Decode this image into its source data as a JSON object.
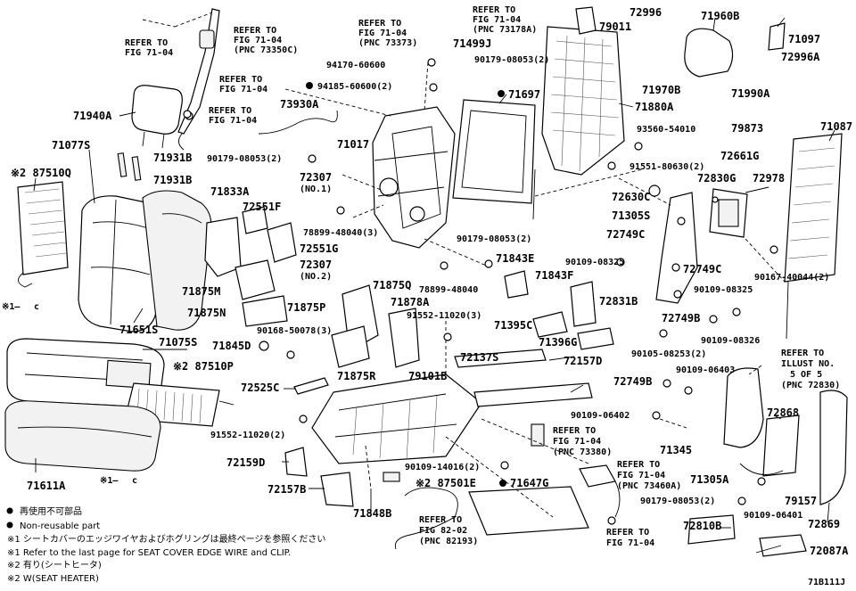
{
  "labels": {
    "refer_71_04_a_1": "REFER TO",
    "refer_71_04_a_2": "FIG 71-04",
    "refer_73350c_1": "REFER TO",
    "refer_73350c_2": "FIG 71-04",
    "refer_73350c_3": "(PNC 73350C)",
    "refer_71_04_b_1": "REFER TO",
    "refer_71_04_b_2": "FIG 71-04",
    "refer_71_04_c_1": "REFER TO",
    "refer_71_04_c_2": "FIG 71-04",
    "refer_73373_1": "REFER TO",
    "refer_73373_2": "FIG 71-04",
    "refer_73373_3": "(PNC 73373)",
    "refer_73178a_1": "REFER TO",
    "refer_73178a_2": "FIG 71-04",
    "refer_73178a_3": "(PNC 73178A)",
    "p79011": "79011",
    "p72996": "72996",
    "p71960b": "71960B",
    "p71097": "71097",
    "p72996a": "72996A",
    "p71499j": "71499J",
    "p90179_08053_2a": "90179-08053(2)",
    "p94170_60600": "94170-60600",
    "p94185_60600_2": "94185-60600(2)",
    "p71697": "71697",
    "p71880a": "71880A",
    "p71970b": "71970B",
    "p71990a": "71990A",
    "p71940a": "71940A",
    "p73930a": "73930A",
    "p71017": "71017",
    "p71077s": "71077S",
    "p71931b_a": "71931B",
    "p71931b_b": "71931B",
    "p90179_08053_2b": "90179-08053(2)",
    "p93560_54010": "93560-54010",
    "p79873": "79873",
    "p71087": "71087",
    "p91551_80630_2": "91551-80630(2)",
    "p72661g": "72661G",
    "p87510q": "※2 87510Q",
    "p72307_no1": "72307",
    "p72307_no1_sub": "(NO.1)",
    "p72830g": "72830G",
    "p72978": "72978",
    "p71833a": "71833A",
    "p72551f": "72551F",
    "p72630c": "72630C",
    "p78899_48040_3": "78899-48040(3)",
    "p71305s": "71305S",
    "p72551g": "72551G",
    "p90179_08053_2c": "90179-08053(2)",
    "p72749c_a": "72749C",
    "p72307_no2": "72307",
    "p72307_no2_sub": "(NO.2)",
    "p71843e": "71843E",
    "p90109_08325_a": "90109-08325",
    "p71843f": "71843F",
    "p78899_48040": "78899-48040",
    "p72749c_b": "72749C",
    "p90167_40044_2": "90167-40044(2)",
    "p71875m": "71875M",
    "p71875q": "71875Q",
    "p90109_08325_b": "90109-08325",
    "p72831b": "72831B",
    "p71875n": "71875N",
    "p71875p": "71875P",
    "p71878a": "71878A",
    "p91552_11020_3": "91552-11020(3)",
    "p71651s": "71651S",
    "p90168_50078_3": "90168-50078(3)",
    "p71395c": "71395C",
    "p72749b_a": "72749B",
    "p71075s": "71075S",
    "p71396g": "71396G",
    "p90109_08326": "90109-08326",
    "p71845d": "71845D",
    "p90105_08253_2": "90105-08253(2)",
    "p87510p": "※2 87510P",
    "p72137s": "72137S",
    "p72157d": "72157D",
    "refer_illust_1": "REFER TO",
    "refer_illust_2": "ILLUST NO.",
    "refer_illust_3": "5 OF 5",
    "refer_illust_4": "(PNC 72830)",
    "p71875r": "71875R",
    "p79101b": "79101B",
    "p90109_06403": "90109-06403",
    "p72525c": "72525C",
    "p72749b_b": "72749B",
    "p72868": "72868",
    "p90109_06402": "90109-06402",
    "p91552_11020_2": "91552-11020(2)",
    "refer_73380_1": "REFER TO",
    "refer_73380_2": "FIG 71-04",
    "refer_73380_3": "(PNC 73380)",
    "p71345": "71345",
    "p71611a": "71611A",
    "p72159d": "72159D",
    "refer_73460a_1": "REFER TO",
    "refer_73460a_2": "FIG 71-04",
    "refer_73460a_3": "(PNC 73460A)",
    "p90109_14016_2": "90109-14016(2)",
    "p71305a": "71305A",
    "p72157b": "72157B",
    "p87501e": "※2 87501E",
    "p71647g": "71647G",
    "p79157": "79157",
    "p90179_08053_2d": "90179-08053(2)",
    "p90109_06401": "90109-06401",
    "p71848b": "71848B",
    "refer_82193_1": "REFER TO",
    "refer_82193_2": "FIG 82-02",
    "refer_82193_3": "(PNC 82193)",
    "p72810b": "72810B",
    "p72869": "72869",
    "refer_71_04_d_1": "REFER TO",
    "refer_71_04_d_2": "FIG 71-04",
    "p72087a": "72087A",
    "note1_marker_a": "※1—",
    "note1_marker_b": "※1—",
    "note1_marker_c": "c",
    "note1_marker_d": "c"
  },
  "legend": {
    "line1": "再使用不可部品",
    "line2": "Non-reusable part",
    "line3": "※1 シートカバーのエッジワイヤおよびホグリングは最終ページを参照ください",
    "line4": "※1 Refer to the last page for SEAT COVER EDGE WIRE and CLIP.",
    "line5": "※2 有り(シートヒータ)",
    "line6": "※2 W(SEAT HEATER)"
  },
  "figure_code": "71B111J"
}
